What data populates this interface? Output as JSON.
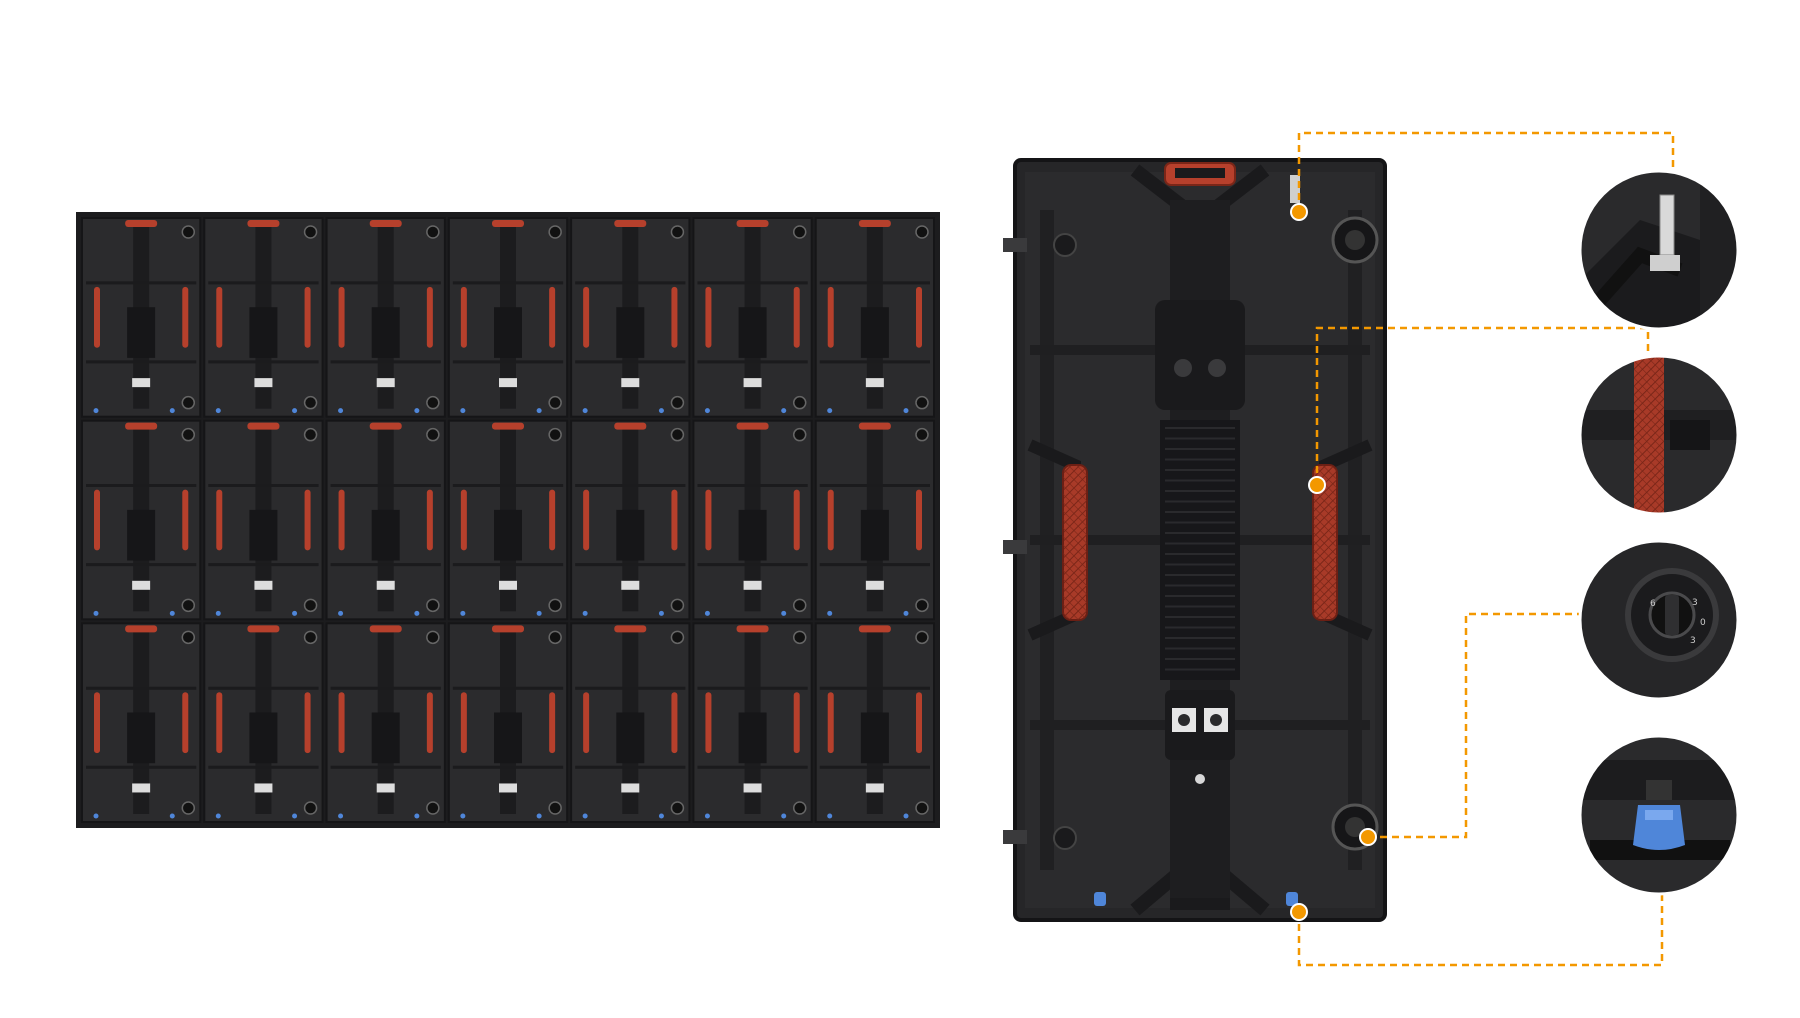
{
  "scene": {
    "background": "#ffffff",
    "callout_color": "#f39800",
    "cabinet_color": "#2b2b2d",
    "cabinet_dark": "#1c1c1e",
    "handle_color": "#b6402c",
    "lock_blue": "#4f86d9"
  },
  "wall": {
    "columns": 7,
    "rows": 3
  },
  "callouts": [
    {
      "name": "top-latch-detail",
      "icon": "latch-icon"
    },
    {
      "name": "side-handle-detail",
      "icon": "handle-icon"
    },
    {
      "name": "corner-lock-dial-detail",
      "icon": "lock-dial-icon"
    },
    {
      "name": "bottom-connector-detail",
      "icon": "blue-connector-icon"
    }
  ],
  "dial_labels": {
    "a": "3",
    "b": "6",
    "c": "0",
    "d": "3"
  }
}
